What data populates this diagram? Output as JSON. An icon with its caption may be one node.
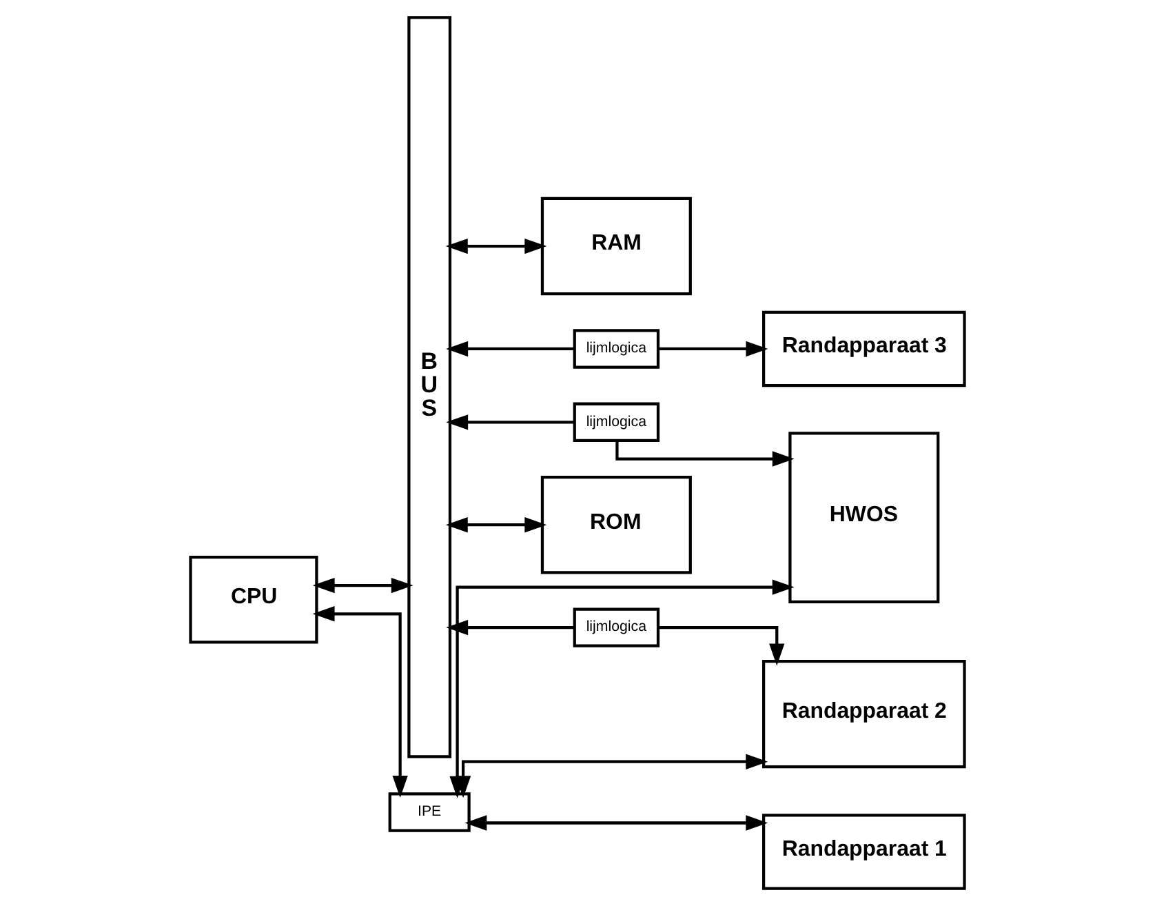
{
  "diagram": {
    "nodes": [
      {
        "text": [
          "IPE"
        ]
      },
      {
        "text": [
          "HWOS"
        ]
      },
      {
        "text": [
          "Randapparaat 1"
        ]
      },
      {
        "text": [
          "CPU"
        ]
      },
      {
        "text": [
          "lijmlogica"
        ]
      },
      {
        "text": [
          "Randapparaat 2"
        ]
      },
      {
        "text": [
          "BUS"
        ]
      },
      {
        "text": [
          "lijmlogica"
        ]
      },
      {
        "text": [
          "lijmlogica"
        ]
      },
      {
        "text": [
          "Randapparaat 3"
        ]
      },
      {
        "text": [
          "ROM"
        ]
      },
      {
        "text": [
          "RAM"
        ]
      }
    ],
    "edges": [
      {
        "from": 3,
        "to": 0,
        "arrow": "both"
      },
      {
        "from": 0,
        "to": 2,
        "arrow": "both"
      },
      {
        "from": 0,
        "to": 5,
        "arrow": "both"
      },
      {
        "from": 0,
        "to": 1,
        "arrow": "both"
      },
      {
        "from": 3,
        "to": 6,
        "arrow": "both"
      },
      {
        "from": 4,
        "to": 6,
        "arrow": "to"
      },
      {
        "from": 4,
        "to": 1,
        "arrow": "to"
      },
      {
        "from": 7,
        "to": 6,
        "arrow": "to"
      },
      {
        "from": 7,
        "to": 5,
        "arrow": "to"
      },
      {
        "from": 8,
        "to": 6,
        "arrow": "to"
      },
      {
        "from": 8,
        "to": 9,
        "arrow": "to"
      },
      {
        "from": 6,
        "to": 10,
        "arrow": "both"
      },
      {
        "from": 6,
        "to": 11,
        "arrow": "both"
      }
    ]
  }
}
